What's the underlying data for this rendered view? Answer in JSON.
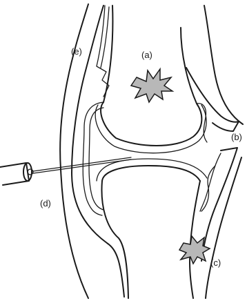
{
  "labels": {
    "a": "(a)",
    "b": "(b)",
    "c": "(c)",
    "d": "(d)",
    "e": "(e)"
  },
  "colors": {
    "line": "#1a1a1a",
    "lesion_fill": "#b8b8b8",
    "background": "#ffffff"
  }
}
